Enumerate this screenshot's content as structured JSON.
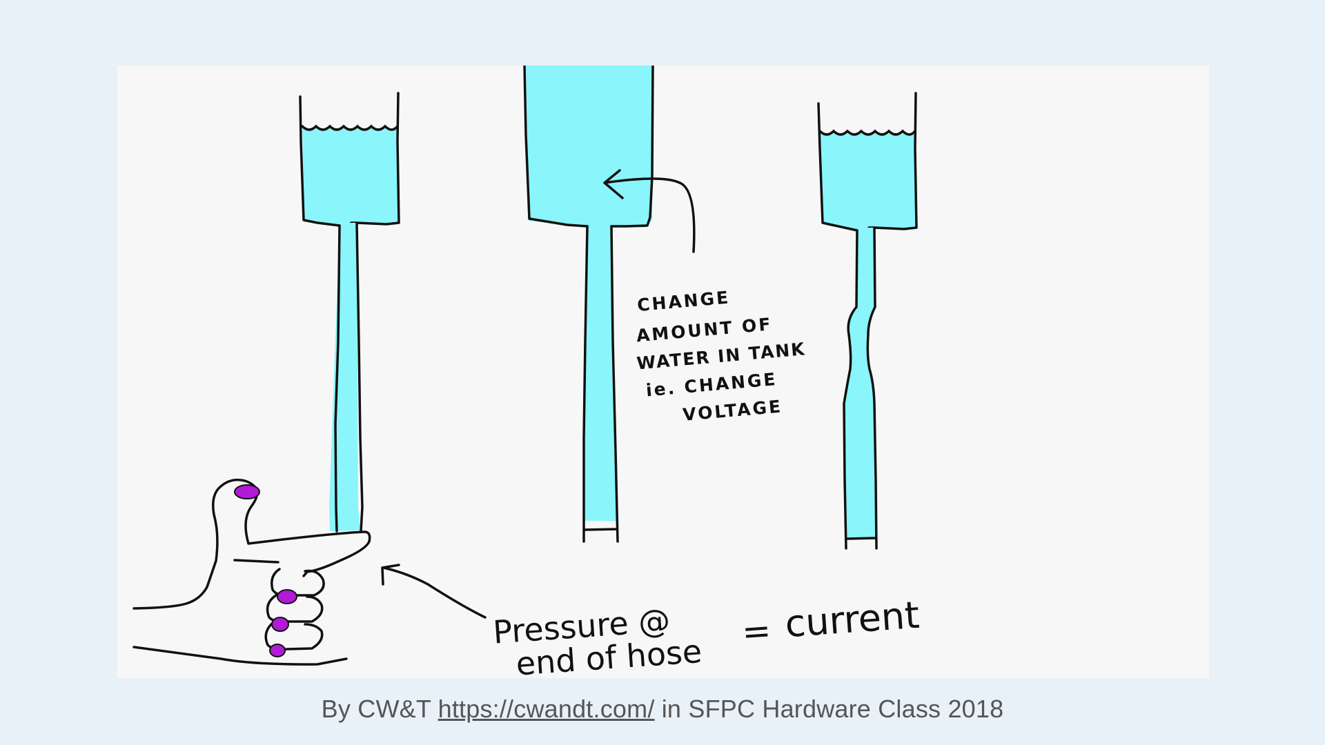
{
  "colors": {
    "page_background": "#e8f1f8",
    "panel_background": "#f7f7f7",
    "water": "#8af5fb",
    "ink": "#111111",
    "nail_polish": "#b21ad8",
    "caption_text": "#555555"
  },
  "diagram": {
    "middle_label_lines": [
      "CHANGE",
      "AMOUNT OF",
      "WATER IN TANK",
      "ie. CHANGE",
      "VOLTAGE"
    ],
    "bottom_label_line1": "Pressure @",
    "bottom_label_line2": "end of  hose",
    "bottom_label_equals": "=",
    "bottom_label_result": "current"
  },
  "caption": {
    "prefix": "By CW&T ",
    "link_text": "https://cwandt.com/",
    "suffix": "  in SFPC Hardware Class 2018"
  }
}
